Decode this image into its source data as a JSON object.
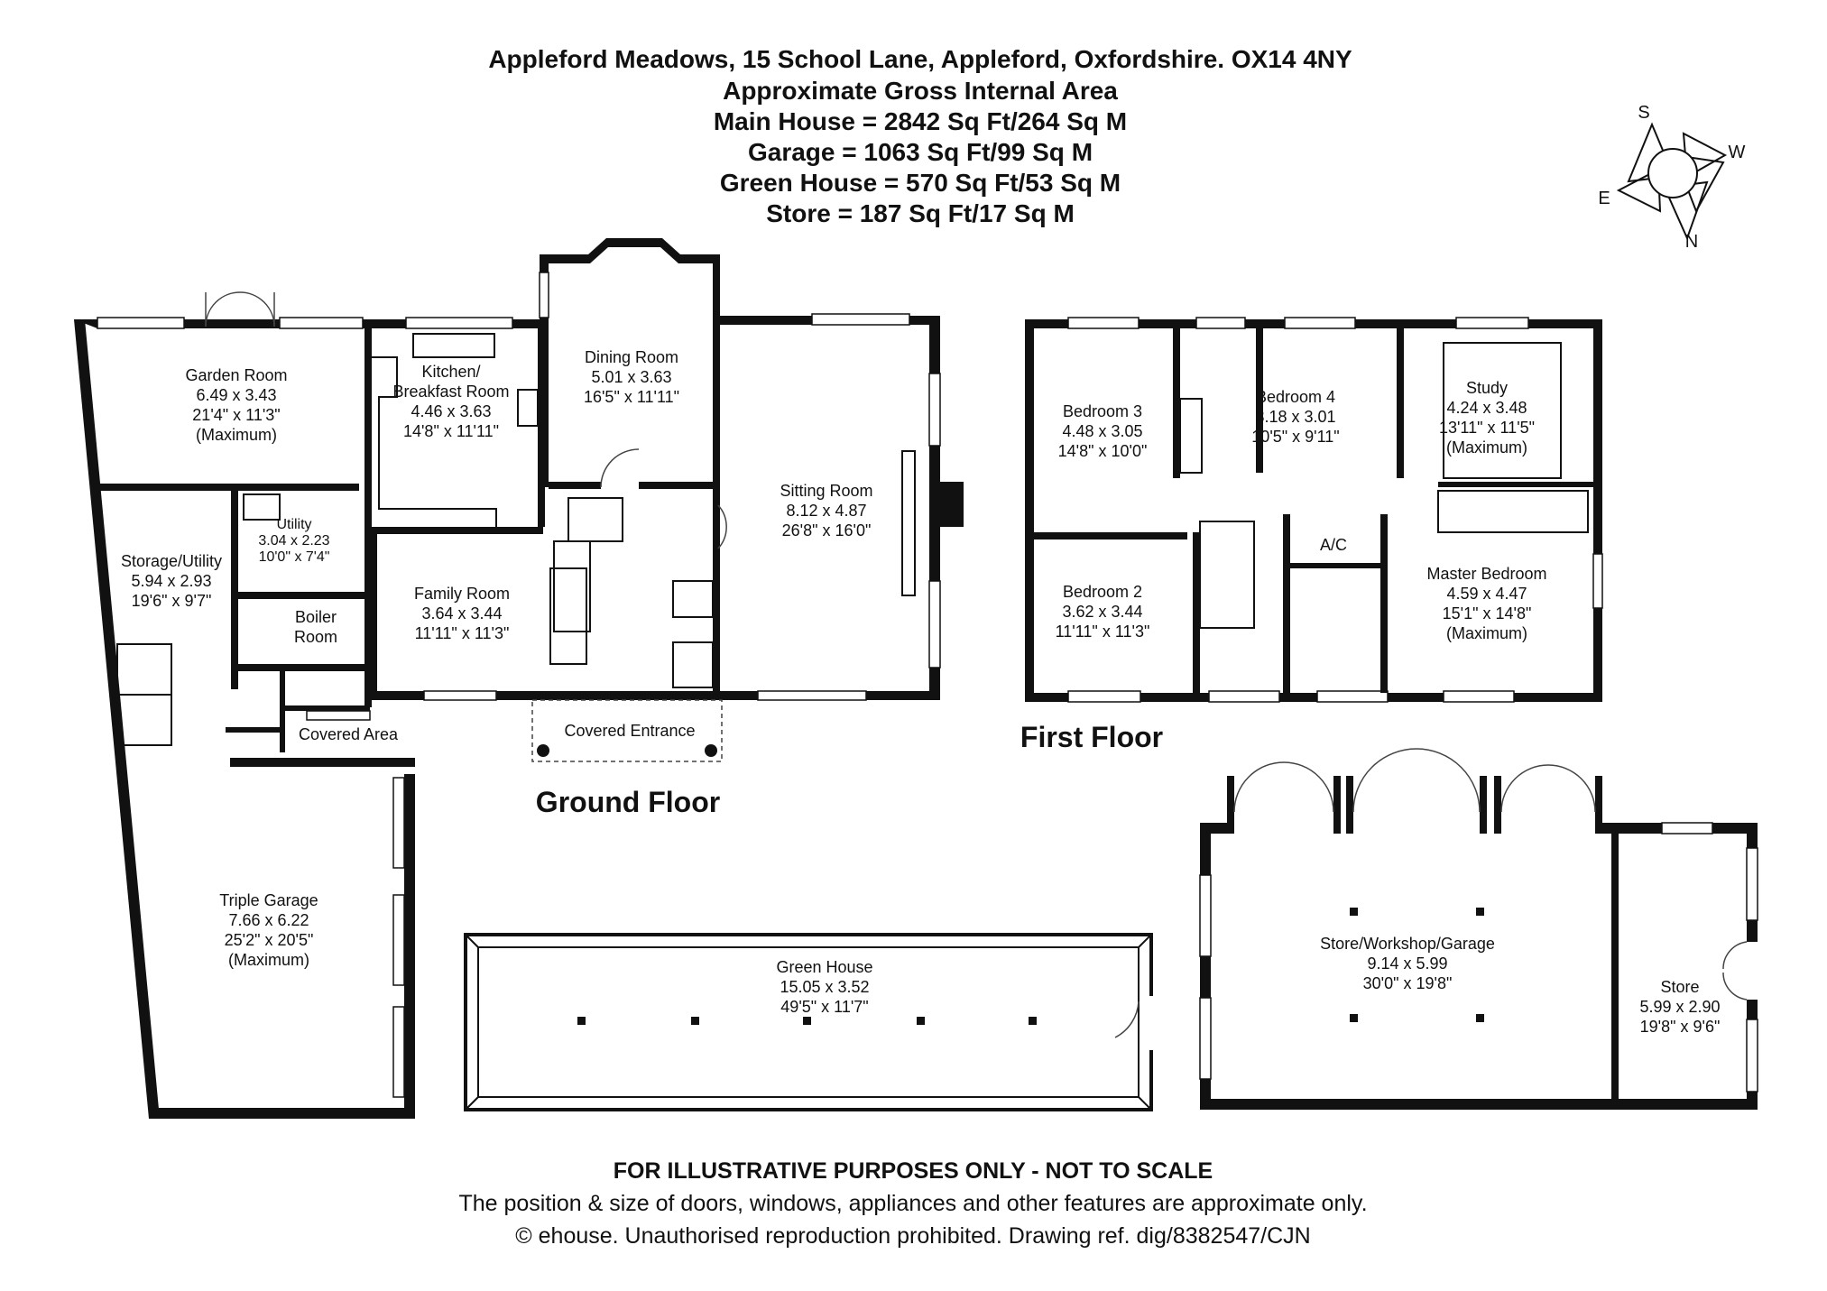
{
  "header": {
    "address": "Appleford Meadows, 15 School Lane, Appleford, Oxfordshire. OX14 4NY",
    "area_title": "Approximate Gross Internal Area",
    "areas": [
      "Main House = 2842 Sq Ft/264 Sq M",
      "Garage = 1063 Sq Ft/99 Sq M",
      "Green House = 570 Sq Ft/53 Sq M",
      "Store = 187 Sq Ft/17 Sq M"
    ]
  },
  "compass": {
    "s": "S",
    "w": "W",
    "e": "E",
    "n": "N"
  },
  "floors": {
    "ground": "Ground Floor",
    "first": "First Floor"
  },
  "rooms": {
    "garden_room": {
      "name": "Garden Room",
      "metric": "6.49 x 3.43",
      "imperial": "21'4\" x 11'3\"",
      "note": "(Maximum)"
    },
    "kitchen": {
      "name": "Kitchen/",
      "name2": "Breakfast Room",
      "metric": "4.46 x 3.63",
      "imperial": "14'8\" x 11'11\""
    },
    "dining": {
      "name": "Dining Room",
      "metric": "5.01 x 3.63",
      "imperial": "16'5\" x 11'11\""
    },
    "sitting": {
      "name": "Sitting Room",
      "metric": "8.12 x 4.87",
      "imperial": "26'8\" x 16'0\""
    },
    "utility": {
      "name": "Utility",
      "metric": "3.04 x 2.23",
      "imperial": "10'0\" x 7'4\""
    },
    "storage_utility": {
      "name": "Storage/Utility",
      "metric": "5.94 x 2.93",
      "imperial": "19'6\" x 9'7\""
    },
    "boiler": {
      "name": "Boiler",
      "name2": "Room"
    },
    "family": {
      "name": "Family Room",
      "metric": "3.64 x 3.44",
      "imperial": "11'11\" x 11'3\""
    },
    "covered_area": {
      "name": "Covered Area"
    },
    "covered_entrance": {
      "name": "Covered Entrance"
    },
    "triple_garage": {
      "name": "Triple Garage",
      "metric": "7.66 x 6.22",
      "imperial": "25'2\" x 20'5\"",
      "note": "(Maximum)"
    },
    "bedroom3": {
      "name": "Bedroom 3",
      "metric": "4.48 x 3.05",
      "imperial": "14'8\" x 10'0\""
    },
    "bedroom4": {
      "name": "Bedroom 4",
      "metric": "3.18 x 3.01",
      "imperial": "10'5\" x 9'11\""
    },
    "study": {
      "name": "Study",
      "metric": "4.24 x 3.48",
      "imperial": "13'11\" x 11'5\"",
      "note": "(Maximum)"
    },
    "ac": {
      "name": "A/C"
    },
    "bedroom2": {
      "name": "Bedroom 2",
      "metric": "3.62 x 3.44",
      "imperial": "11'11\" x 11'3\""
    },
    "master": {
      "name": "Master Bedroom",
      "metric": "4.59 x 4.47",
      "imperial": "15'1\" x 14'8\"",
      "note": "(Maximum)"
    },
    "green_house": {
      "name": "Green House",
      "metric": "15.05 x 3.52",
      "imperial": "49'5\" x 11'7\""
    },
    "workshop": {
      "name": "Store/Workshop/Garage",
      "metric": "9.14 x 5.99",
      "imperial": "30'0\" x 19'8\""
    },
    "store": {
      "name": "Store",
      "metric": "5.99 x 2.90",
      "imperial": "19'8\" x 9'6\""
    }
  },
  "footer": {
    "disclaimer": "FOR ILLUSTRATIVE PURPOSES ONLY - NOT TO SCALE",
    "note": "The position & size of doors, windows, appliances and other features are approximate only.",
    "copyright": "© ehouse. Unauthorised reproduction prohibited. Drawing ref. dig/8382547/CJN"
  }
}
